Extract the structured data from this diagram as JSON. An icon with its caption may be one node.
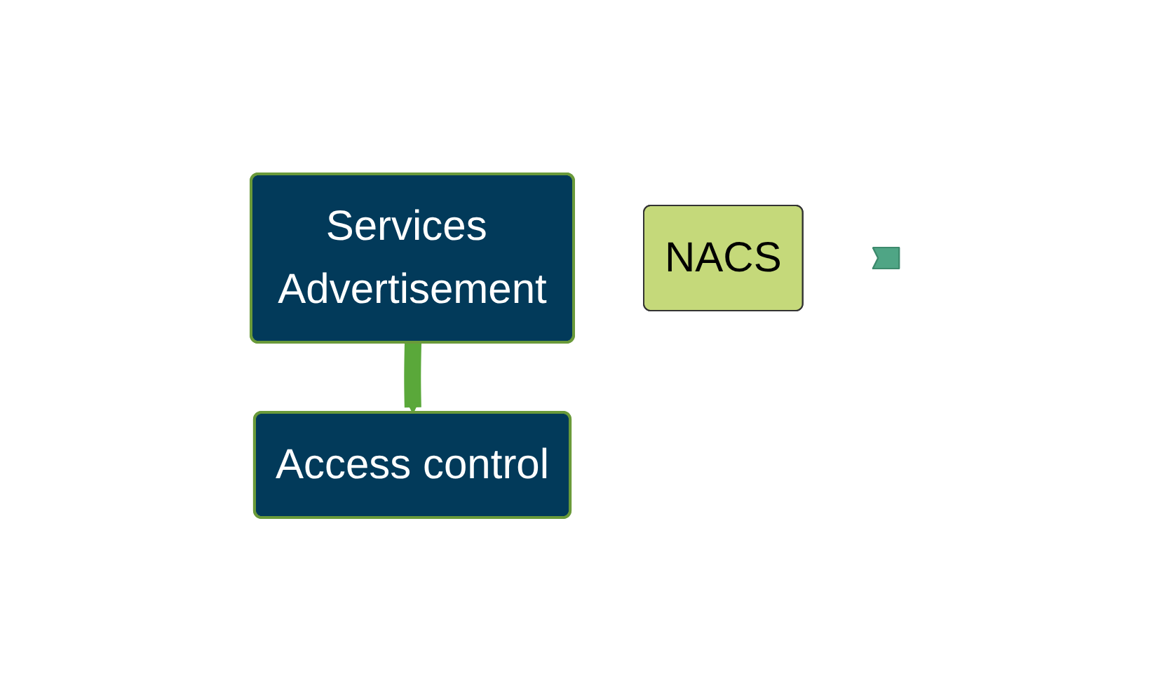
{
  "diagram": {
    "nodes": [
      {
        "text": [
          "Services Advertisement"
        ]
      },
      {
        "text": [
          "NACS"
        ]
      },
      {
        "text": [
          "Access control"
        ]
      },
      {
        "text": [],
        "shape": "arrow"
      }
    ],
    "edges": [
      {
        "from": 0,
        "to": 2,
        "arrow": "to",
        "color": "#5aa83a"
      }
    ]
  }
}
